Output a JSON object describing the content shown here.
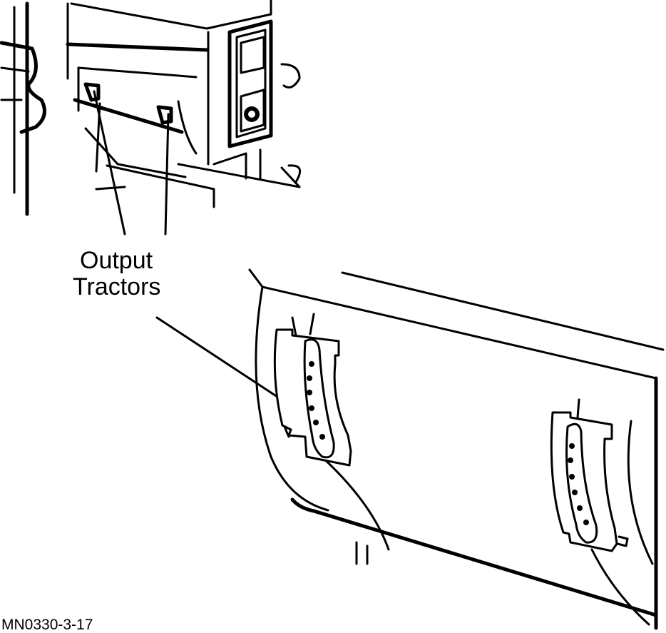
{
  "callout": {
    "line1": "Output",
    "line2": "Tractors"
  },
  "figure_ref": "MN0330-3-17"
}
